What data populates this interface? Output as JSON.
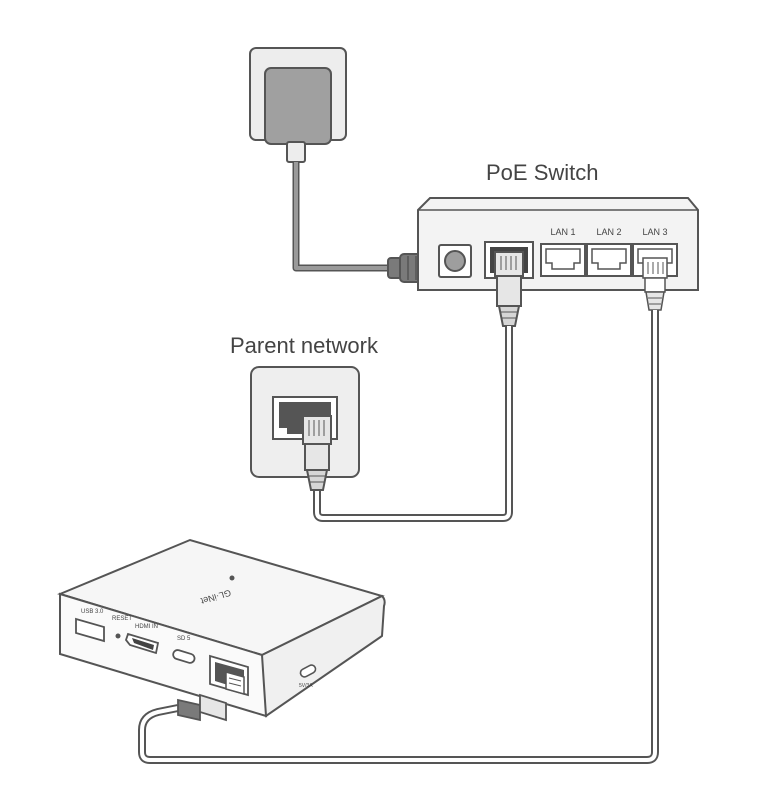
{
  "labels": {
    "poe_switch": "PoE Switch",
    "parent_network": "Parent network",
    "lan1": "LAN 1",
    "lan2": "LAN 2",
    "lan3": "LAN 3"
  },
  "device": {
    "brand": "GL·iNet",
    "port_usb": "USB 3.0",
    "port_reset": "RESET",
    "port_hdmi": "HDMI IN",
    "port_c": "SD 5",
    "port_power": "5V/3A"
  },
  "colors": {
    "line": "#555555",
    "fill_dark": "#7a7a7a",
    "fill_mid": "#9e9e9e",
    "fill_light": "#ececec",
    "cable": "#888888"
  }
}
